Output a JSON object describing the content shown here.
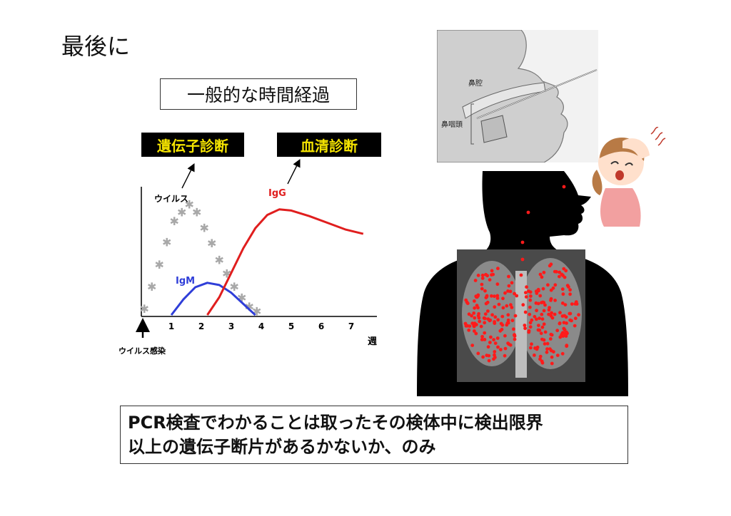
{
  "slide": {
    "title": "最後に"
  },
  "course_box": {
    "text": "一般的な時間経過"
  },
  "labels": {
    "gene": "遺伝子診断",
    "serum": "血清診断"
  },
  "chart": {
    "virus_label": "ウイルス",
    "igm_label": "IgM",
    "igg_label": "IgG",
    "x_ticks": [
      "1",
      "2",
      "3",
      "4",
      "5",
      "6",
      "7"
    ],
    "x_unit": "週",
    "infection_label": "ウイルス感染",
    "colors": {
      "virus": "#a8a8a8",
      "igm": "#2f3ed8",
      "igg": "#e01e1e"
    }
  },
  "chart_data": {
    "type": "line",
    "xlabel": "週",
    "xlim": [
      0,
      7.5
    ],
    "x_ticks": [
      1,
      2,
      3,
      4,
      5,
      6,
      7
    ],
    "y_ticks": [],
    "annotations": [
      "遺伝子診断",
      "血清診断",
      "ウイルス感染"
    ],
    "series": [
      {
        "name": "ウイルス",
        "style": "asterisk-markers",
        "x": [
          0.1,
          0.35,
          0.6,
          0.85,
          1.1,
          1.35,
          1.6,
          1.85,
          2.1,
          2.35,
          2.6,
          2.85,
          3.1,
          3.35,
          3.6,
          3.85
        ],
        "y": [
          0.05,
          0.25,
          0.45,
          0.65,
          0.84,
          0.92,
          0.99,
          0.92,
          0.78,
          0.64,
          0.49,
          0.37,
          0.25,
          0.15,
          0.07,
          0.03
        ]
      },
      {
        "name": "IgM",
        "x": [
          1.0,
          1.4,
          1.8,
          2.2,
          2.6,
          3.0,
          3.4,
          3.8
        ],
        "y": [
          0.0,
          0.14,
          0.25,
          0.29,
          0.27,
          0.2,
          0.1,
          0.0
        ]
      },
      {
        "name": "IgG",
        "x": [
          2.2,
          2.6,
          3.0,
          3.4,
          3.8,
          4.2,
          4.6,
          5.0,
          5.6,
          6.2,
          6.8,
          7.4
        ],
        "y": [
          0.0,
          0.16,
          0.38,
          0.6,
          0.78,
          0.9,
          0.95,
          0.94,
          0.89,
          0.83,
          0.77,
          0.73
        ]
      }
    ]
  },
  "nasal": {
    "cavity": "鼻腔",
    "pharynx": "鼻咽頭"
  },
  "bottom": {
    "line1": "PCR検査でわかることは取ったその検体中に検出限界",
    "line2": "以上の遺伝子断片があるかないか、のみ"
  },
  "icons": [
    "asterisk-marker",
    "arrow-up-icon",
    "virus-particle-icon"
  ]
}
